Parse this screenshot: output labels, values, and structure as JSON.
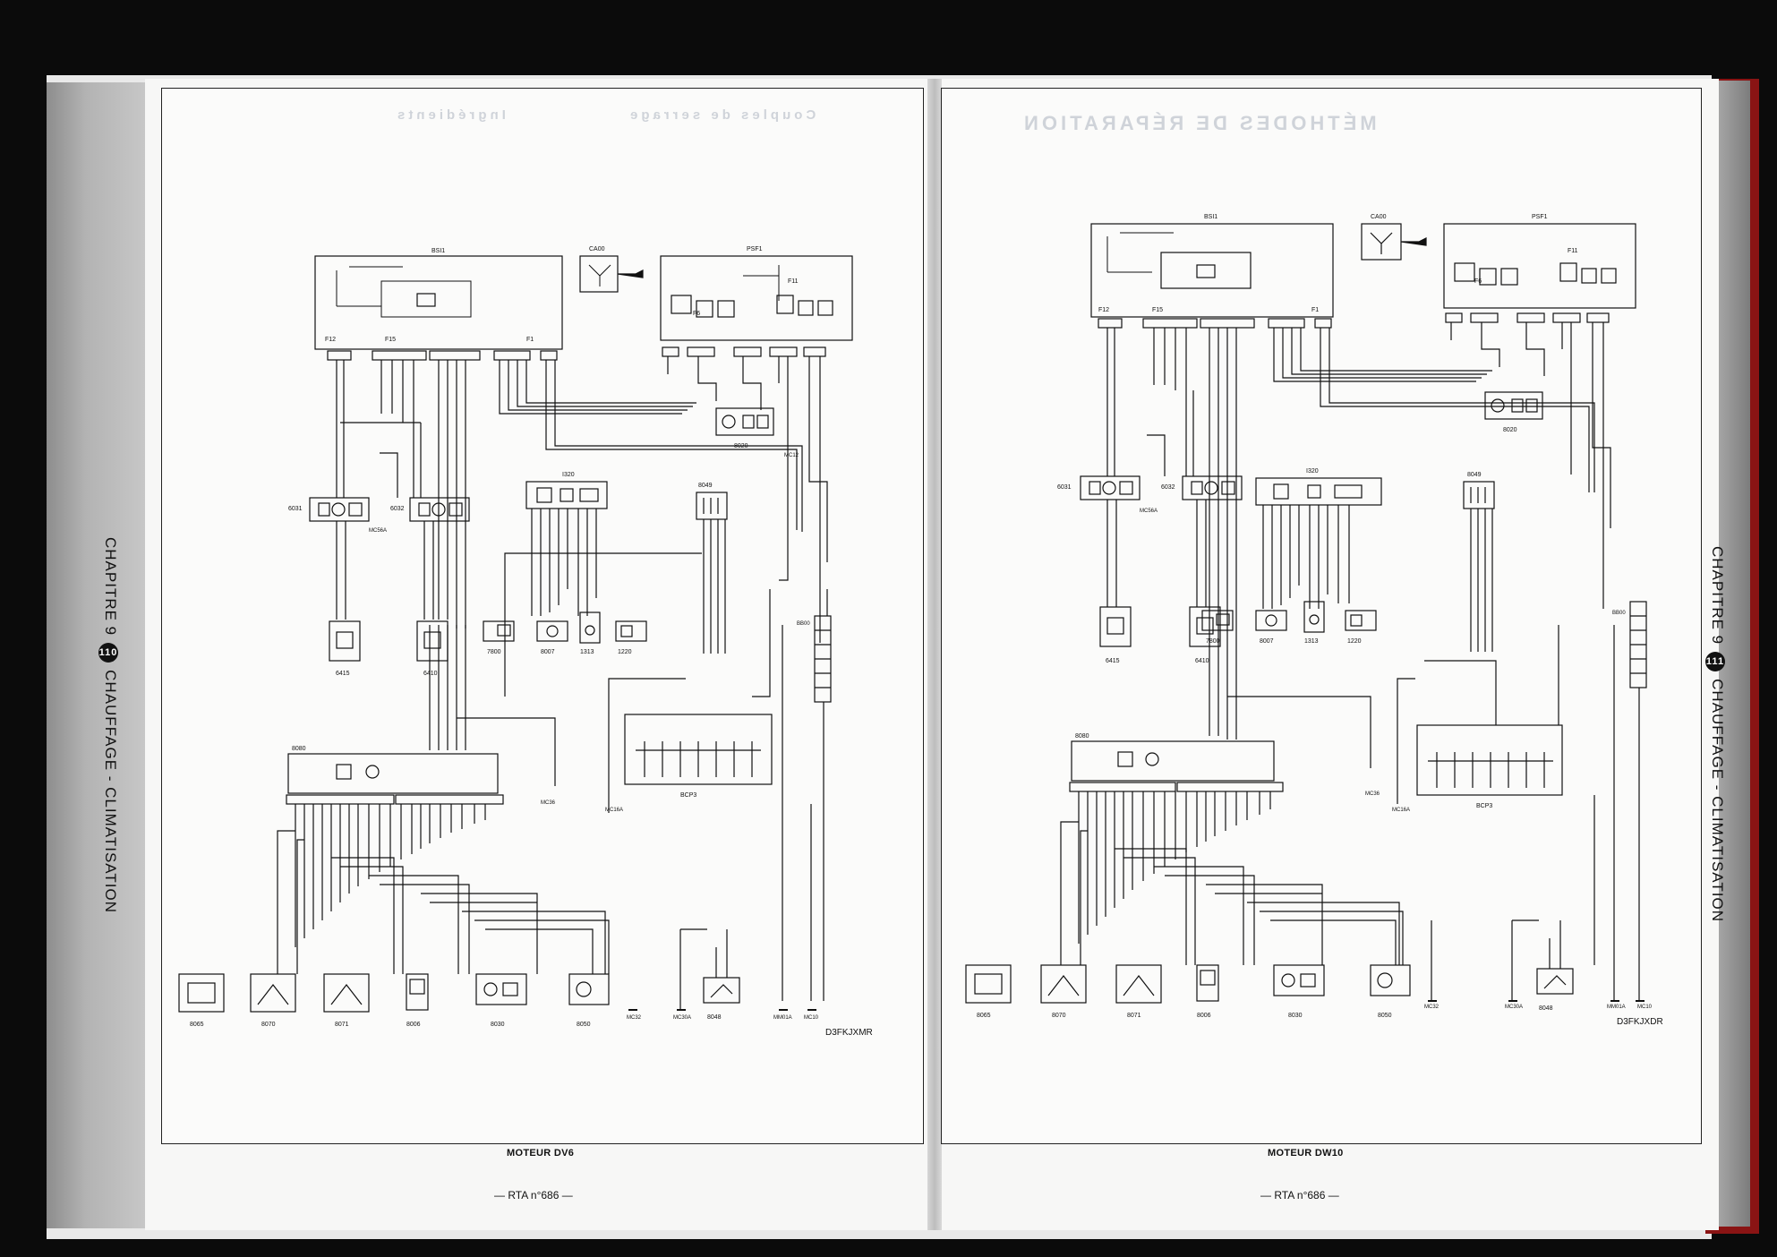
{
  "left_page": {
    "engine_caption": "MOTEUR DV6",
    "footer": "— RTA n°686 —",
    "side_chapter": "CHAPITRE 9",
    "side_page_number": "110",
    "side_title": "CHAUFFAGE - CLIMATISATION",
    "diagram_ref": "D3FKJXMR",
    "components": {
      "bsi1": "BSI1",
      "ca00": "CA00",
      "psf1": "PSF1",
      "i320": "I320",
      "c8049": "8049",
      "c8020": "8020",
      "mc12": "MC12",
      "c6031": "6031",
      "c6032": "6032",
      "mc56a": "MC56A",
      "c6415": "6415",
      "c6410": "6410",
      "c7800": "7800",
      "c8007": "8007",
      "c1313": "1313",
      "c1220": "1220",
      "bb00": "BB00",
      "c8080": "8080",
      "mc36": "MC36",
      "mc16a": "MC16A",
      "bcp3": "BCP3",
      "c8065": "8065",
      "c8070": "8070",
      "c8071": "8071",
      "c8006": "8006",
      "c8030": "8030",
      "c8050": "8050",
      "mc32": "MC32",
      "mc30a": "MC30A",
      "c8048": "8048",
      "mm01a": "MM01A",
      "mc10": "MC10",
      "f12": "F12",
      "f15": "F15",
      "f1": "F1",
      "f6": "F6",
      "f11": "F11"
    }
  },
  "right_page": {
    "engine_caption": "MOTEUR DW10",
    "footer": "— RTA n°686 —",
    "side_chapter": "CHAPITRE 9",
    "side_page_number": "111",
    "side_title": "CHAUFFAGE - CLIMATISATION",
    "diagram_ref": "D3FKJXDR",
    "components": {
      "bsi1": "BSI1",
      "ca00": "CA00",
      "psf1": "PSF1",
      "i320": "I320",
      "c8049": "8049",
      "c8020": "8020",
      "c6031": "6031",
      "c6032": "6032",
      "mc56a": "MC56A",
      "c6415": "6415",
      "c6410": "6410",
      "c7800": "7800",
      "c8007": "8007",
      "c1313": "1313",
      "c1220": "1220",
      "bb00": "BB00",
      "c8080": "8080",
      "mc36": "MC36",
      "mc16a": "MC16A",
      "bcp3": "BCP3",
      "c8065": "8065",
      "c8070": "8070",
      "c8071": "8071",
      "c8006": "8006",
      "c8030": "8030",
      "c8050": "8050",
      "mc32": "MC32",
      "mc30a": "MC30A",
      "c8048": "8048",
      "mm01a": "MM01A",
      "mc10": "MC10",
      "f12": "F12",
      "f15": "F15",
      "f1": "F1",
      "f6": "F6",
      "f11": "F11"
    }
  },
  "show_through": {
    "right_header": "MÉTHODES DE RÉPARATION",
    "left_heading_a": "Ingrédients",
    "left_heading_b": "Couples de serrage"
  }
}
